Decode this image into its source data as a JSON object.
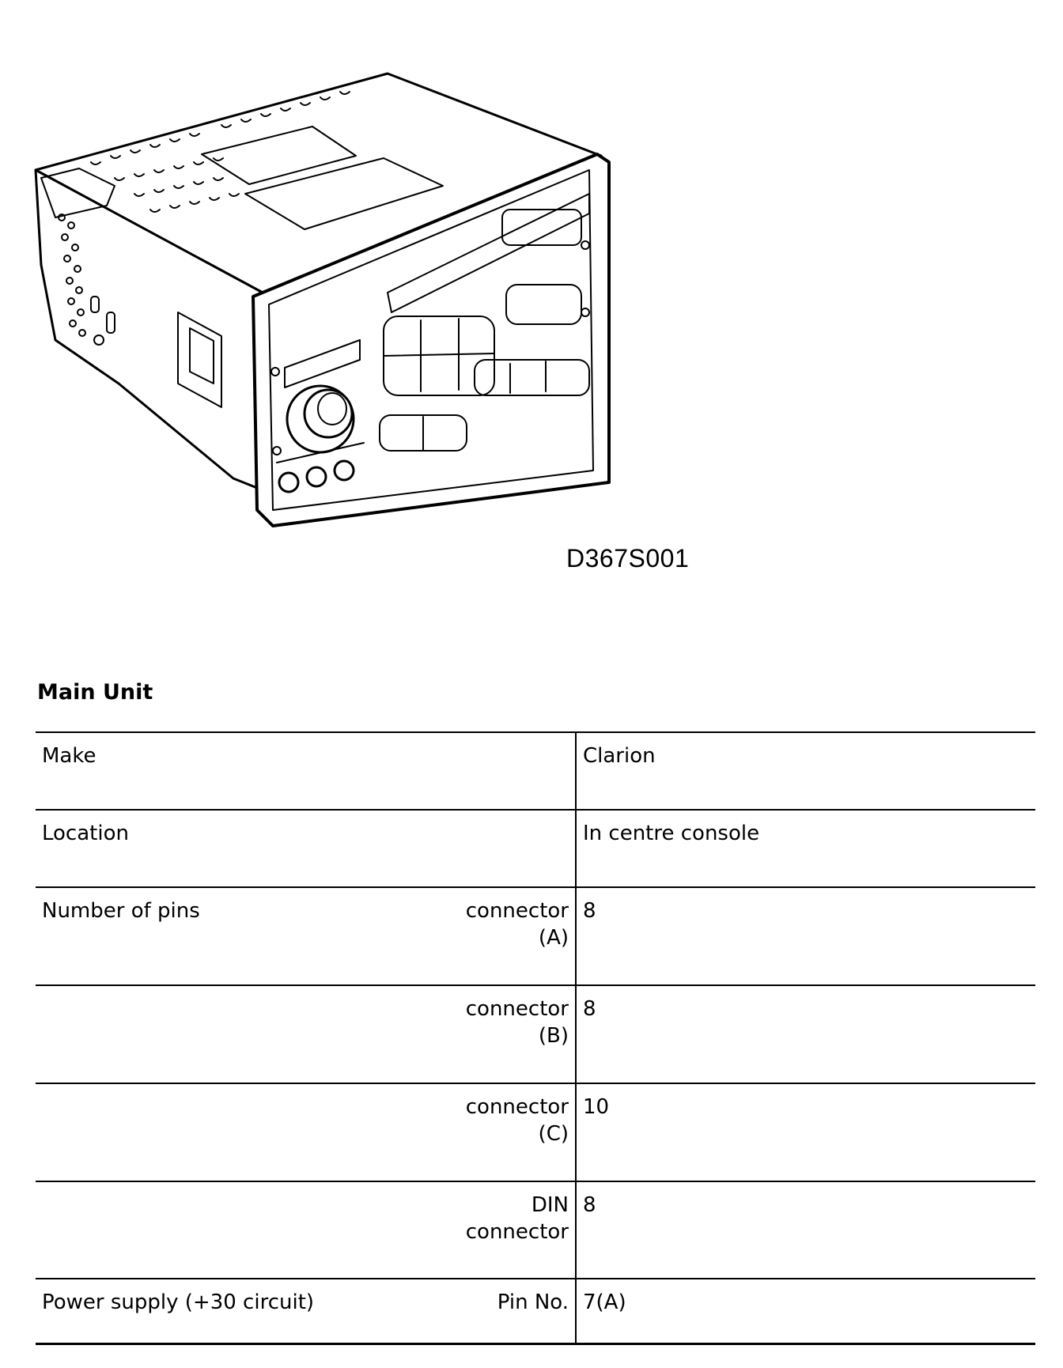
{
  "figure": {
    "caption": "D367S001",
    "icon": "radio-head-unit-illustration"
  },
  "section": {
    "title": "Main Unit"
  },
  "rows": [
    {
      "label": "Make",
      "sub": [
        "",
        ""
      ],
      "value": "Clarion"
    },
    {
      "label": "Location",
      "sub": [
        "",
        ""
      ],
      "value": "In centre console"
    },
    {
      "label": "Number of pins",
      "sub": [
        "connector",
        "(A)"
      ],
      "value": "8"
    },
    {
      "label": "",
      "sub": [
        "connector",
        "(B)"
      ],
      "value": "8"
    },
    {
      "label": "",
      "sub": [
        "connector",
        "(C)"
      ],
      "value": "10"
    },
    {
      "label": "",
      "sub": [
        "DIN",
        "connector"
      ],
      "value": "8"
    },
    {
      "label": "Power supply (+30 circuit)",
      "sub": [
        "Pin No.",
        ""
      ],
      "value": "7(A)"
    }
  ]
}
